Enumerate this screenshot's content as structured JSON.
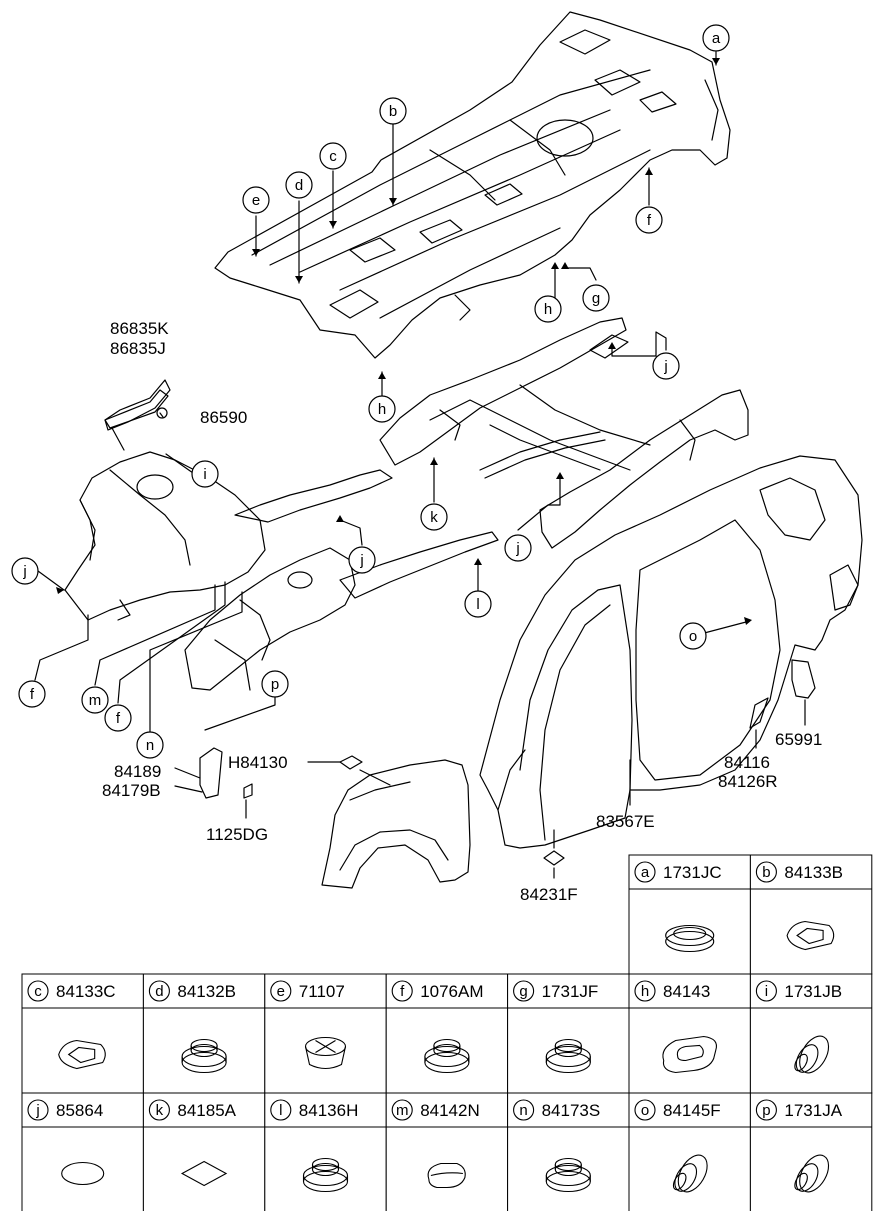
{
  "callouts": {
    "a": "a",
    "b": "b",
    "c": "c",
    "d": "d",
    "e": "e",
    "f": "f",
    "g": "g",
    "h": "h",
    "i": "i",
    "j": "j",
    "k": "k",
    "l": "l",
    "m": "m",
    "n": "n",
    "o": "o",
    "p": "p"
  },
  "part_labels": [
    "86835K",
    "86835J",
    "86590",
    "84189",
    "84179B",
    "H84130",
    "1125DG",
    "84231F",
    "83567E",
    "84116",
    "84126R",
    "65991"
  ],
  "legend": [
    {
      "letter": "a",
      "code": "1731JC",
      "shape": "round-plug"
    },
    {
      "letter": "b",
      "code": "84133B",
      "shape": "square-plug"
    },
    {
      "letter": "c",
      "code": "84133C",
      "shape": "square-plug"
    },
    {
      "letter": "d",
      "code": "84132B",
      "shape": "stepped-plug"
    },
    {
      "letter": "e",
      "code": "71107",
      "shape": "cross-plug"
    },
    {
      "letter": "f",
      "code": "1076AM",
      "shape": "stepped-plug"
    },
    {
      "letter": "g",
      "code": "1731JF",
      "shape": "stepped-plug"
    },
    {
      "letter": "h",
      "code": "84143",
      "shape": "oval-plug"
    },
    {
      "letter": "i",
      "code": "1731JB",
      "shape": "side-plug"
    },
    {
      "letter": "j",
      "code": "85864",
      "shape": "flat-oval"
    },
    {
      "letter": "k",
      "code": "84185A",
      "shape": "diamond-pad"
    },
    {
      "letter": "l",
      "code": "84136H",
      "shape": "stepped-plug"
    },
    {
      "letter": "m",
      "code": "84142N",
      "shape": "small-plug"
    },
    {
      "letter": "n",
      "code": "84173S",
      "shape": "stepped-plug"
    },
    {
      "letter": "o",
      "code": "84145F",
      "shape": "side-plug"
    },
    {
      "letter": "p",
      "code": "1731JA",
      "shape": "side-plug"
    }
  ]
}
